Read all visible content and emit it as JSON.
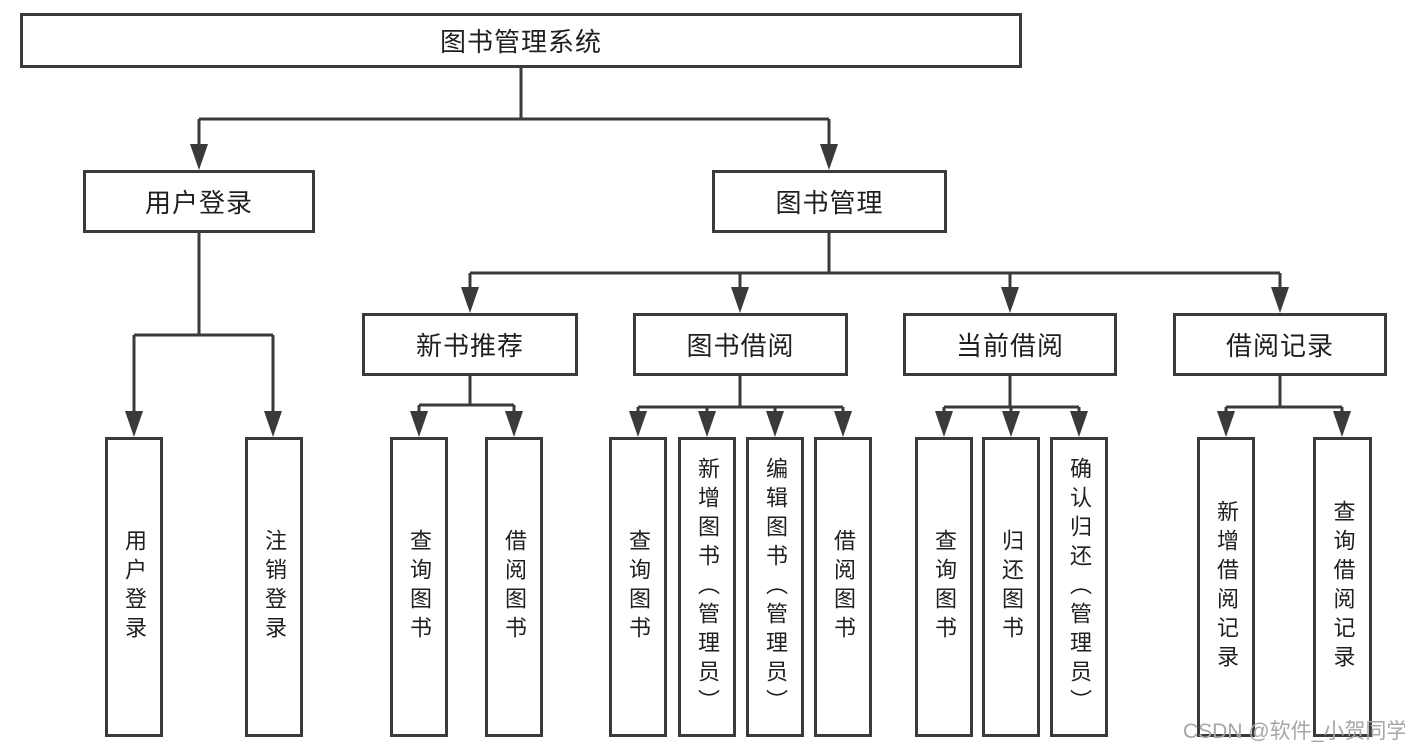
{
  "colors": {
    "line": "#3a3a3a",
    "text": "#1f1f1f",
    "box_bg": "#ffffff",
    "watermark": "#a6a6a6"
  },
  "watermark": {
    "text": "CSDN @软件_小贺同学"
  },
  "tree": {
    "root": {
      "label": "图书管理系统",
      "children": [
        {
          "label": "用户登录",
          "children": [
            {
              "label": "用户登录"
            },
            {
              "label": "注销登录"
            }
          ]
        },
        {
          "label": "图书管理",
          "children": [
            {
              "label": "新书推荐",
              "children": [
                {
                  "label": "查询图书"
                },
                {
                  "label": "借阅图书"
                }
              ]
            },
            {
              "label": "图书借阅",
              "children": [
                {
                  "label": "查询图书"
                },
                {
                  "label": "新增图书（管理员）"
                },
                {
                  "label": "编辑图书（管理员）"
                },
                {
                  "label": "借阅图书"
                }
              ]
            },
            {
              "label": "当前借阅",
              "children": [
                {
                  "label": "查询图书"
                },
                {
                  "label": "归还图书"
                },
                {
                  "label": "确认归还（管理员）"
                }
              ]
            },
            {
              "label": "借阅记录",
              "children": [
                {
                  "label": "新增借阅记录"
                },
                {
                  "label": "查询借阅记录"
                }
              ]
            }
          ]
        }
      ]
    }
  }
}
